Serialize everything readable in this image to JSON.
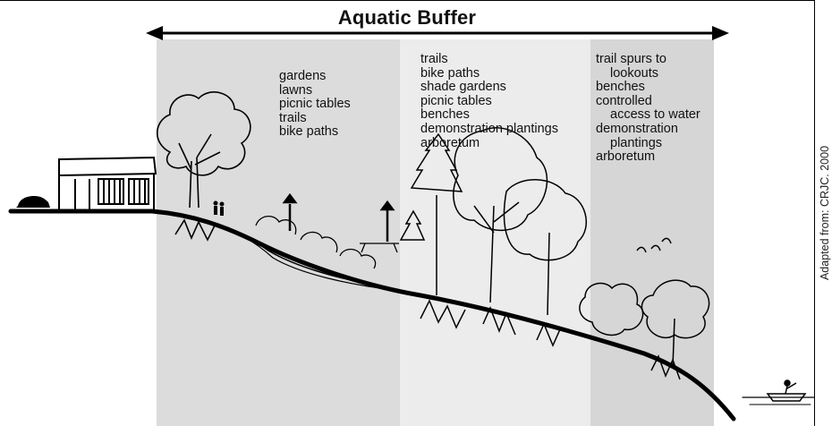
{
  "title": "Aquatic Buffer",
  "zones": {
    "outer": {
      "uses": [
        "gardens",
        "lawns",
        "picnic tables",
        "trails",
        "bike paths"
      ]
    },
    "middle": {
      "uses": [
        "trails",
        "bike paths",
        "shade gardens",
        "picnic tables",
        "benches",
        "demonstration plantings",
        "arboretum"
      ]
    },
    "streamside": {
      "uses": [
        "trail spurs to",
        "lookouts",
        "benches",
        "controlled",
        "access to water",
        "demonstration",
        "plantings",
        "arboretum"
      ]
    }
  },
  "credit": "Adapted from: CRJC. 2000",
  "colors": {
    "outer_zone": "#dcdcdc",
    "middle_zone": "#ececec",
    "streamside_zone": "#d6d6d6",
    "ink": "#000000"
  }
}
